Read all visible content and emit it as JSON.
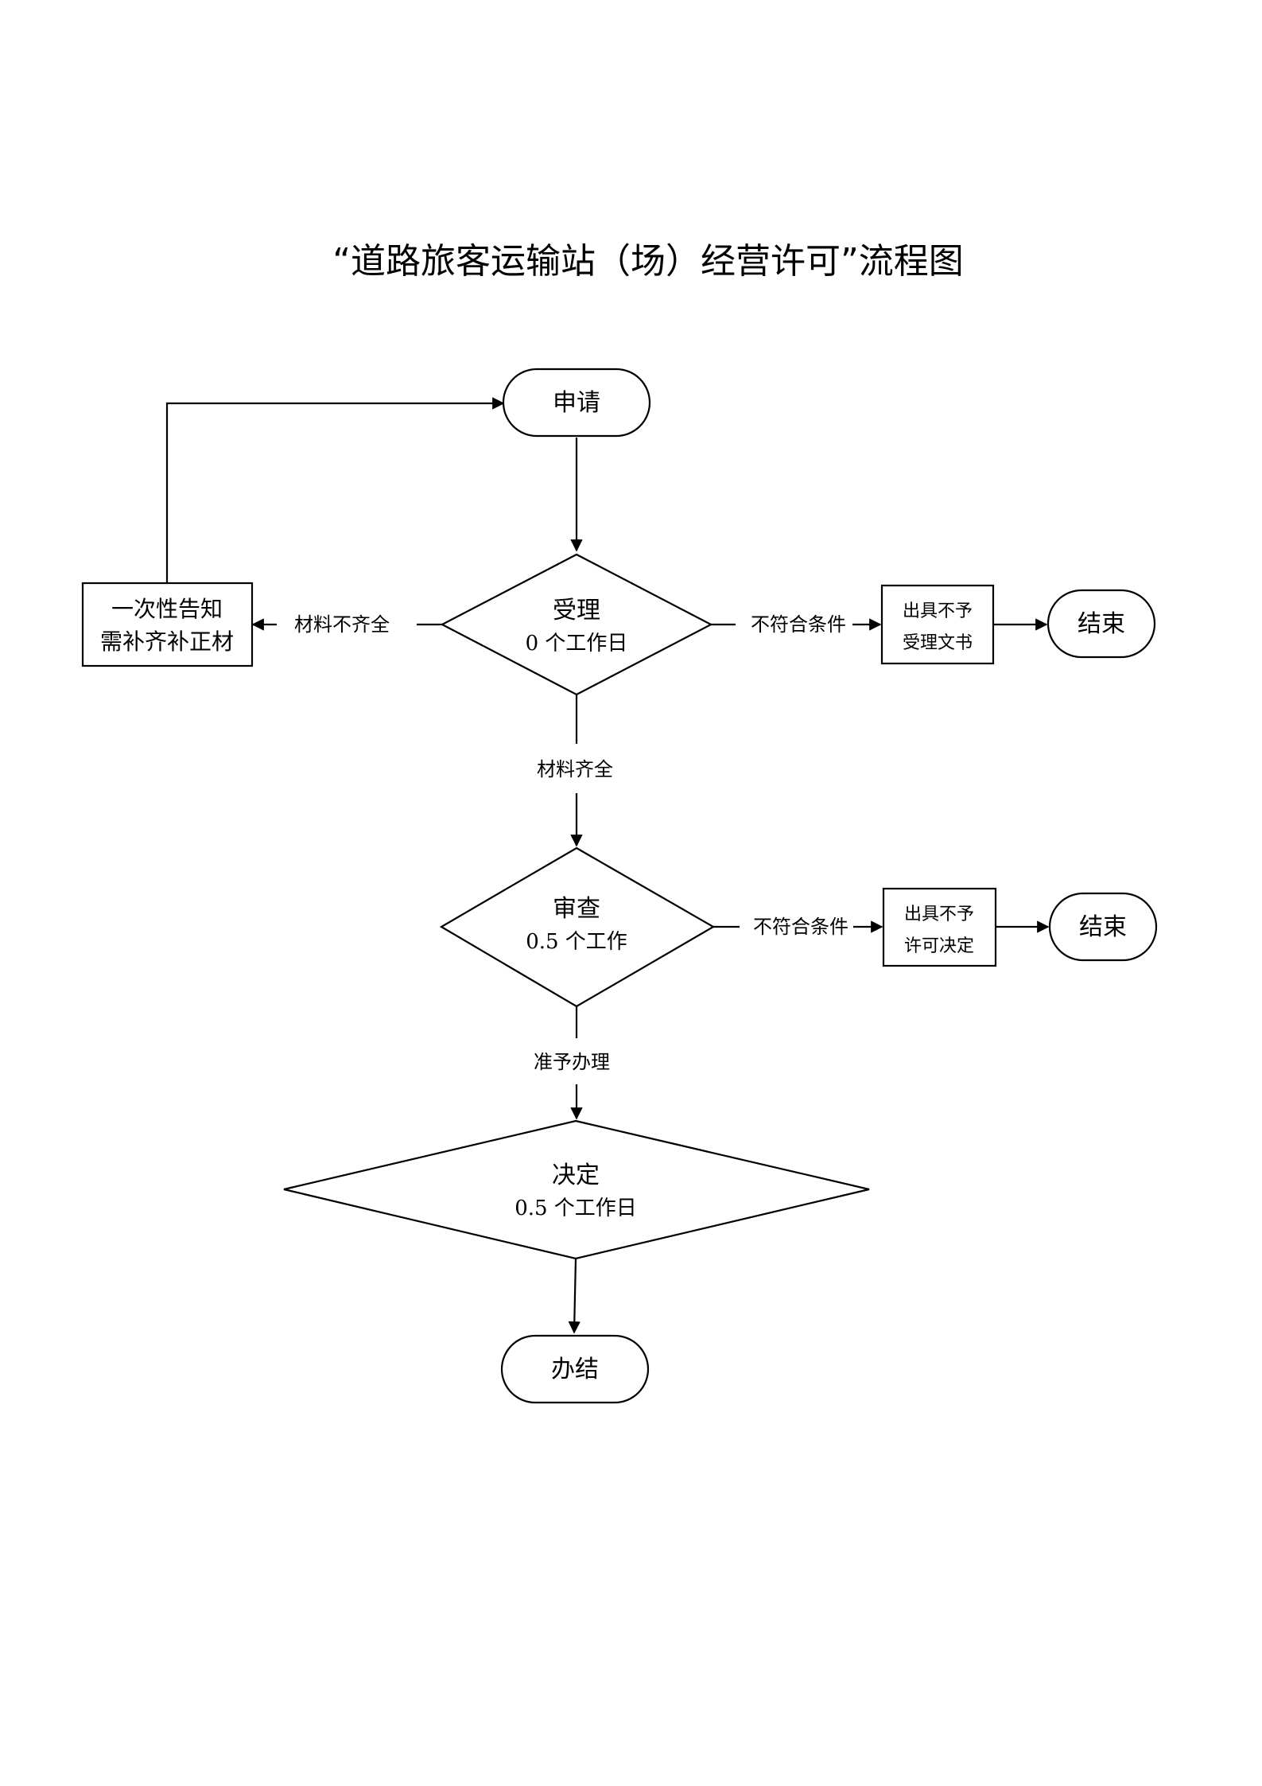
{
  "title": "“道路旅客运输站（场）经营许可”流程图",
  "nodes": {
    "apply": "申请",
    "accept": {
      "label": "受理",
      "time": "0 个工作日"
    },
    "review": {
      "label": "审查",
      "time": "0.5 个工作"
    },
    "decide": {
      "label": "决定",
      "time": "0.5 个工作日"
    },
    "done": "办结",
    "notice": {
      "line1": "一次性告知",
      "line2": "需补齐补正材"
    },
    "reject_accept": {
      "line1": "出具不予",
      "line2": "受理文书"
    },
    "reject_permit": {
      "line1": "出具不予",
      "line2": "许可决定"
    },
    "end1": "结束",
    "end2": "结束"
  },
  "edges": {
    "incomplete": "材料不齐全",
    "not_qualified_1": "不符合条件",
    "complete": "材料齐全",
    "not_qualified_2": "不符合条件",
    "approve": "准予办理"
  }
}
